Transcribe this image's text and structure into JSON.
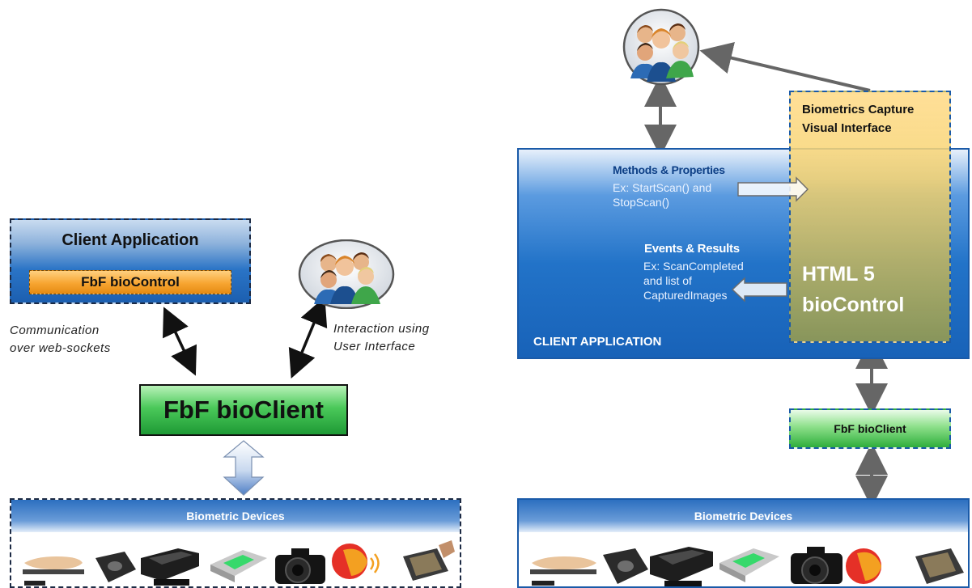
{
  "left": {
    "client_application": "Client Application",
    "biocontrol": "FbF bioControl",
    "note_left_line1": "Communication",
    "note_left_line2": "over web-sockets",
    "note_right_line1": "Interaction using",
    "note_right_line2": "User Interface",
    "bioclient": "FbF bioClient",
    "devices_header": "Biometric Devices"
  },
  "right": {
    "capture_title": "Biometrics Capture Visual Interface",
    "methods_title": "Methods & Properties",
    "methods_line1": "Ex: StartScan() and",
    "methods_line2": "StopScan()",
    "events_title": "Events & Results",
    "events_line1": "Ex: ScanCompleted",
    "events_line2": "and list of",
    "events_line3": "CapturedImages",
    "html5_line1": "HTML 5",
    "html5_line2": "bioControl",
    "client_application": "CLIENT APPLICATION",
    "bioclient": "FbF bioClient",
    "devices_header": "Biometric Devices"
  },
  "colors": {
    "client_blue": "#2273c8",
    "biocontrol_orange": "#f7a531",
    "bioclient_green": "#1e9a35",
    "capture_yellow": "#ffdc8c",
    "arrow_dark": "#111111",
    "arrow_grey": "#666666"
  },
  "icons": [
    "people-group-icon",
    "palm-scanner-icon",
    "fingerprint-reader-icon",
    "document-scanner-icon",
    "four-finger-scanner-icon",
    "camera-icon",
    "voice-icon",
    "signature-pad-icon"
  ]
}
